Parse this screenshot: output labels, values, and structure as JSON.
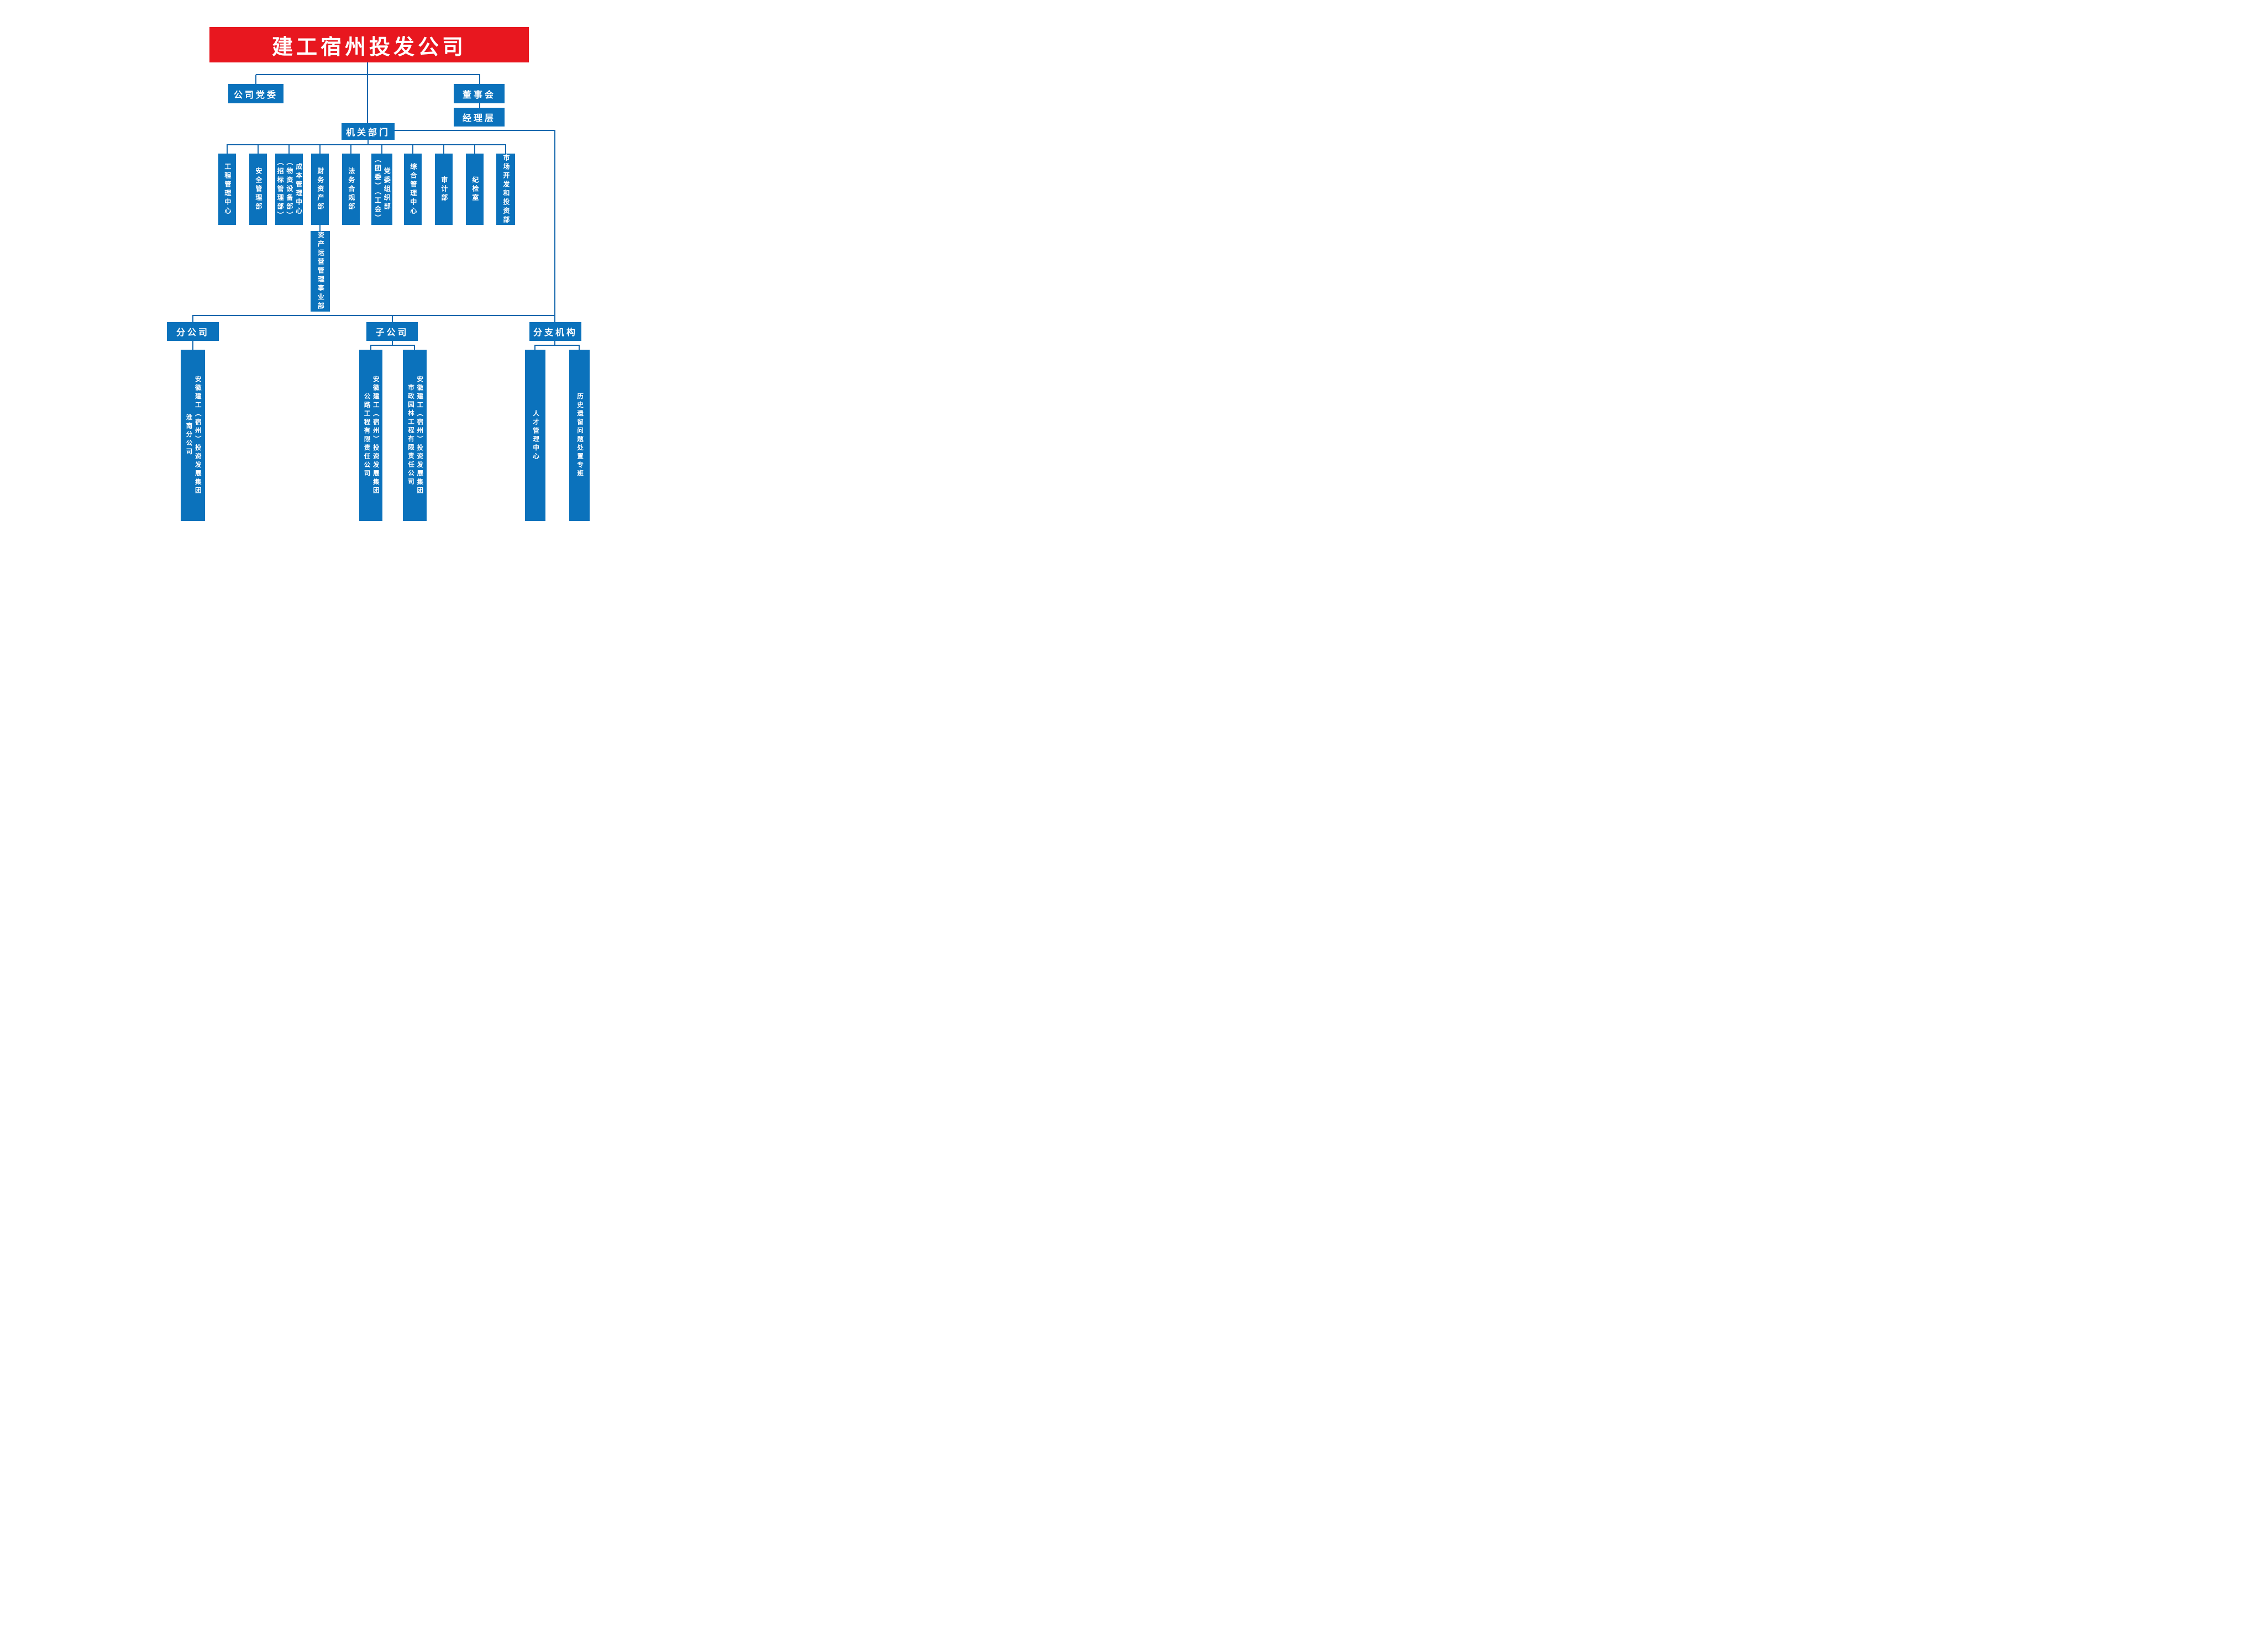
{
  "colors": {
    "banner_red": "#e8171f",
    "box_blue": "#0b72bc",
    "line_blue": "#1467ad"
  },
  "banner": {
    "title": "建工宿州投发公司"
  },
  "level2": {
    "party_committee": "公司党委",
    "board": "董事会",
    "management": "经理层"
  },
  "organ": {
    "label": "机关部门",
    "departments": [
      {
        "lines": [
          "工程管理中心"
        ]
      },
      {
        "lines": [
          "安全管理部"
        ]
      },
      {
        "lines": [
          "成本管理中心",
          "（物资设备部）",
          "（招标管理部）"
        ]
      },
      {
        "lines": [
          "财务资产部"
        ]
      },
      {
        "lines": [
          "法务合规部"
        ]
      },
      {
        "lines": [
          "党委组织部",
          "（团委）（工会）"
        ]
      },
      {
        "lines": [
          "综合管理中心"
        ]
      },
      {
        "lines": [
          "审计部"
        ]
      },
      {
        "lines": [
          "纪检室"
        ]
      },
      {
        "lines": [
          "市场开发和投资部"
        ]
      }
    ],
    "asset_division": {
      "lines": [
        "资产运营管理事业部"
      ]
    }
  },
  "branches": {
    "branch_company": {
      "label": "分公司",
      "companies": [
        {
          "lines": [
            "安徽建工（宿州）投资发展集团",
            "淮南分公司"
          ]
        }
      ]
    },
    "subsidiaries": {
      "label": "子公司",
      "companies": [
        {
          "lines": [
            "安徽建工（宿州）投资发展集团",
            "公路工程有限责任公司"
          ]
        },
        {
          "lines": [
            "安徽建工（宿州）投资发展集团",
            "市政园林工程有限责任公司"
          ]
        }
      ]
    },
    "branch_institutions": {
      "label": "分支机构",
      "companies": [
        {
          "lines": [
            "人才管理中心"
          ]
        },
        {
          "lines": [
            "历史遗留问题处置专班"
          ]
        }
      ]
    }
  }
}
